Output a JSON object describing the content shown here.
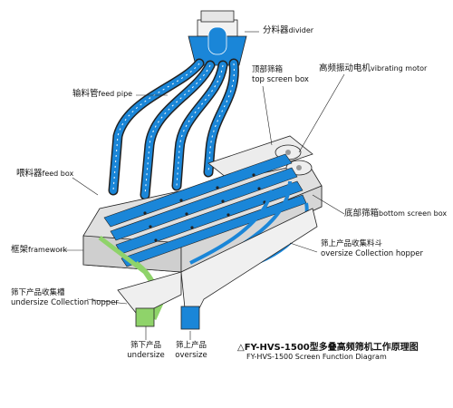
{
  "labels": {
    "divider_zh": "分料器",
    "divider_en": "divider",
    "top_box_zh": "顶部筛箱",
    "top_box_en": "top screen box",
    "motor_zh": "高频振动电机",
    "motor_en": "vibrating motor",
    "feed_pipe_zh": "输料管",
    "feed_pipe_en": "feed pipe",
    "feed_box_zh": "喂料器",
    "feed_box_en": "feed box",
    "bottom_box_zh": "底部筛箱",
    "bottom_box_en": "bottom screen box",
    "framework_zh": "框架",
    "framework_en": "framework",
    "oversize_hopper_zh": "筛上产品收集料斗",
    "oversize_hopper_en": "oversize Collection hopper",
    "undersize_hopper_zh": "筛下产品收集槽",
    "undersize_hopper_en": "undersize Collection hopper",
    "undersize_zh": "筛下产品",
    "undersize_en": "undersize",
    "oversize_zh": "筛上产品",
    "oversize_en": "oversize"
  },
  "title": {
    "zh": "△FY-HVS-1500型多叠高频筛机工作原理图",
    "en": "FY-HVS-1500 Screen Function Diagram"
  },
  "colors": {
    "flow_blue": "#1a86d8",
    "undersize_green": "#8fd36a",
    "frame_gray": "#d9d9d9",
    "outline": "#222222"
  }
}
